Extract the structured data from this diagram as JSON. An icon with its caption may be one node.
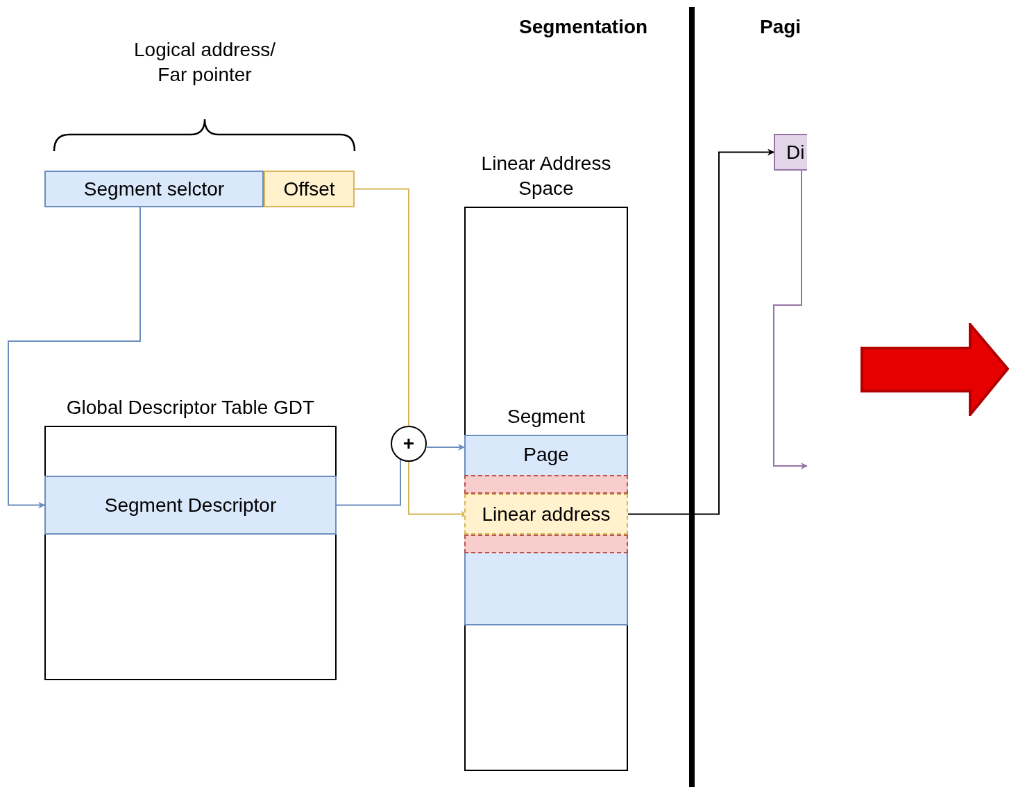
{
  "diagram": {
    "nodes": [
      {
        "text": [
          "Segment selctor"
        ]
      },
      {
        "text": [
          "Offset"
        ]
      },
      {
        "text": [
          "Global Descriptor Table GDT"
        ]
      },
      {
        "text": [
          "Segment Descriptor"
        ],
        "in": 2
      },
      {
        "text": [
          "+"
        ]
      },
      {
        "text": [
          "Linear Address Space"
        ]
      },
      {
        "text": [
          "Segment"
        ],
        "in": 5
      },
      {
        "text": [
          "Page"
        ],
        "in": 6
      },
      {
        "text": [],
        "shape": "box",
        "in": 6
      },
      {
        "text": [
          "Linear address"
        ],
        "in": 6
      },
      {
        "text": [],
        "shape": "box",
        "in": 6
      },
      {
        "text": [
          "Di"
        ]
      }
    ],
    "edges": [
      {
        "from": 0,
        "to": 3,
        "arrow": "to"
      },
      {
        "from": 1,
        "to": 4,
        "arrow": "none",
        "color": "#d6b656"
      },
      {
        "from": 3,
        "to": 4,
        "arrow": "none"
      },
      {
        "from": 4,
        "to": 6,
        "arrow": "to"
      },
      {
        "from": 4,
        "to": 9,
        "arrow": "to",
        "color": "#d6b656"
      },
      {
        "from": 9,
        "to": 11,
        "arrow": "to",
        "color": "#000000"
      },
      {
        "from": 11,
        "to": null,
        "arrow": "to",
        "color": "#9673a6"
      }
    ],
    "labels": [
      "Logical address/ Far pointer",
      "Segmentation",
      "Pagi"
    ]
  }
}
